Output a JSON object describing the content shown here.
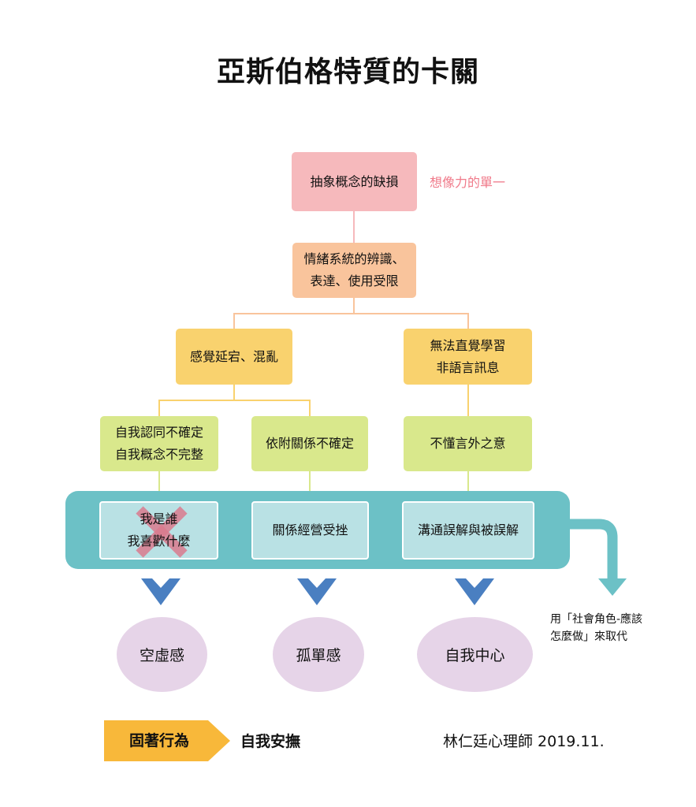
{
  "title": "亞斯伯格特質的卡關",
  "nodes": {
    "abstract": "抽象概念的缺損",
    "imagination": "想像力的單一",
    "emotion_line1": "情緒系統的辨識、",
    "emotion_line2": "表達、使用受限",
    "sensory": "感覺延宕、混亂",
    "nonverbal_line1": "無法直覺學習",
    "nonverbal_line2": "非語言訊息",
    "identity_line1": "自我認同不確定",
    "identity_line2": "自我概念不完整",
    "attachment": "依附關係不確定",
    "subtext": "不懂言外之意",
    "whoami_line1": "我是誰",
    "whoami_line2": "我喜歡什麼",
    "relationship": "關係經營受挫",
    "misunderstand": "溝通誤解與被誤解"
  },
  "outcomes": {
    "emptiness": "空虛感",
    "loneliness": "孤單感",
    "egocentric": "自我中心"
  },
  "side_note": {
    "line1": "用「社會角色-應該",
    "line2": "怎麼做」來取代"
  },
  "footer": {
    "label": "固著行為",
    "behavior": "自我安撫",
    "signature": "林仁廷心理師 2019.11."
  },
  "colors": {
    "pink": "#f6b9bc",
    "peach": "#f9c49c",
    "yellow": "#f9d26e",
    "green": "#d9e88c",
    "teal": "#6cc1c6",
    "teal_light": "#b9e1e4",
    "purple": "#e6d4e8",
    "chevron": "#4a7fc1",
    "orange": "#f8b83a",
    "pink_text": "#f07a8a",
    "cross": "#d97a8e"
  }
}
